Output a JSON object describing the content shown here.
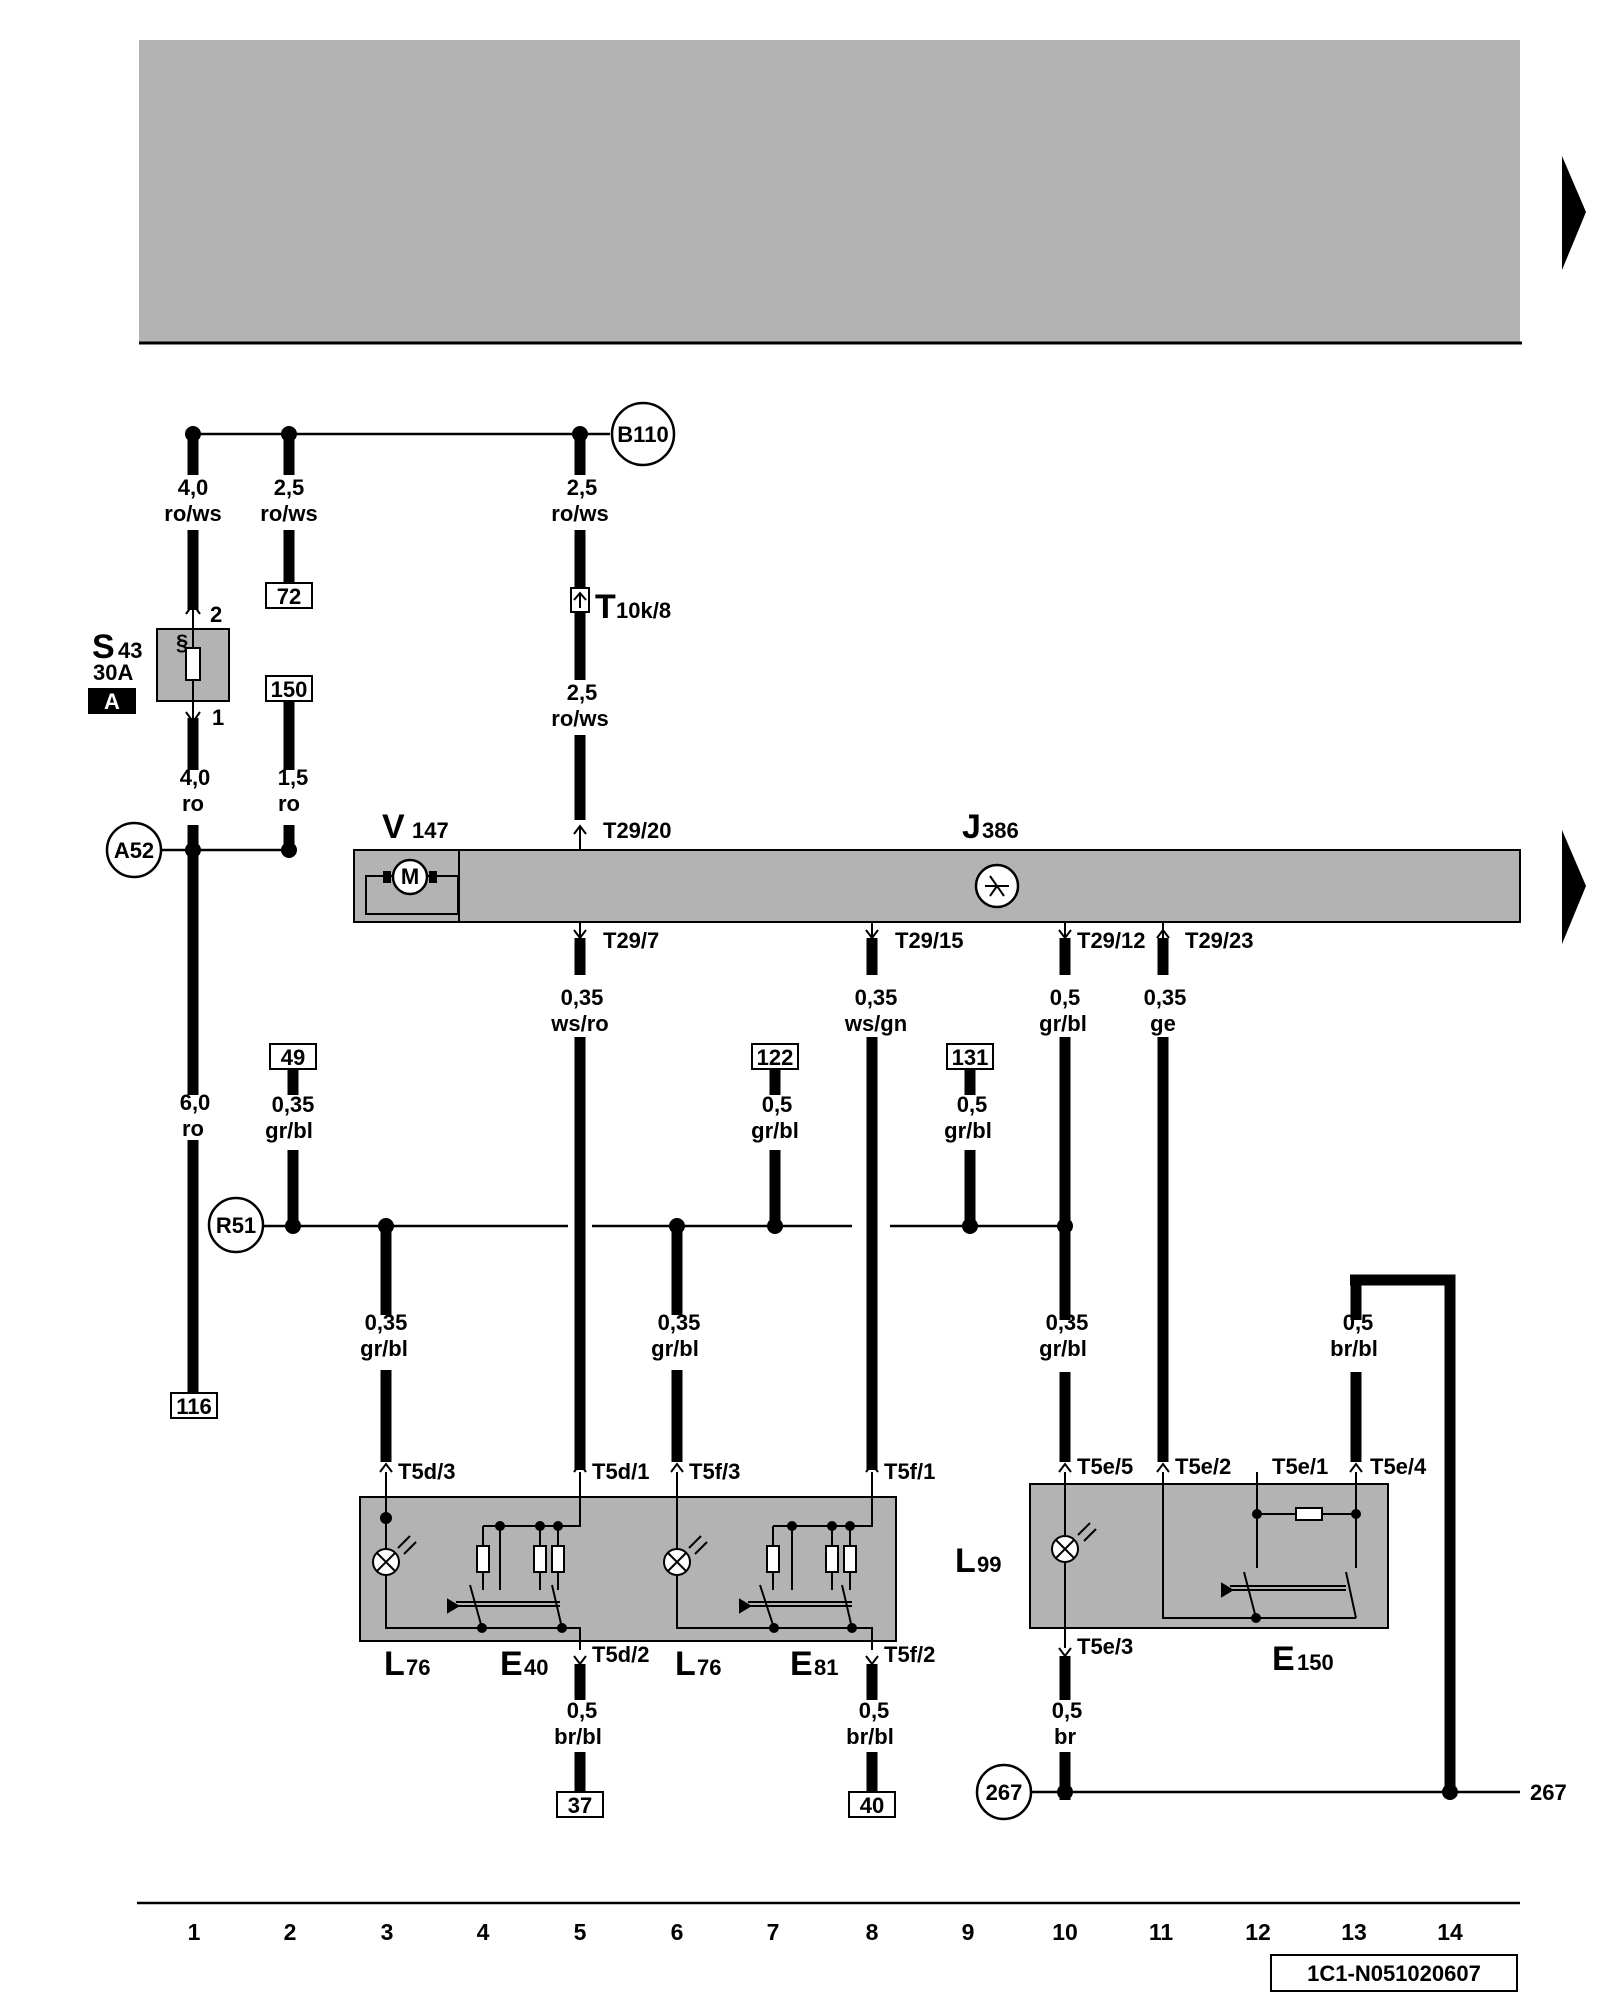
{
  "header": {
    "band_color": "#b3b3b3"
  },
  "connectors": {
    "b110": "B110",
    "a52": "A52",
    "r51": "R51",
    "c267": "267",
    "out267": "267"
  },
  "fuse": {
    "name": "S",
    "sub": "43",
    "rating": "30A",
    "badge": "A",
    "pin2": "2",
    "pin1": "1"
  },
  "refs": {
    "r72": "72",
    "r150": "150",
    "r49": "49",
    "r122": "122",
    "r131": "131",
    "r116": "116",
    "r37": "37",
    "r40": "40"
  },
  "wires": {
    "w1a": [
      "4,0",
      "ro/ws"
    ],
    "w2a": [
      "2,5",
      "ro/ws"
    ],
    "w5a": [
      "2,5",
      "ro/ws"
    ],
    "w5b": [
      "2,5",
      "ro/ws"
    ],
    "w1b": [
      "4,0",
      "ro"
    ],
    "w2b": [
      "1,5",
      "ro"
    ],
    "w1c": [
      "6,0",
      "ro"
    ],
    "w5c": [
      "0,35",
      "ws/ro"
    ],
    "w8c": [
      "0,35",
      "ws/gn"
    ],
    "w10c": [
      "0,5",
      "gr/bl"
    ],
    "w11c": [
      "0,35",
      "ge"
    ],
    "w2d": [
      "0,35",
      "gr/bl"
    ],
    "w7d": [
      "0,5",
      "gr/bl"
    ],
    "w9d": [
      "0,5",
      "gr/bl"
    ],
    "w3e": [
      "0,35",
      "gr/bl"
    ],
    "w6e": [
      "0,35",
      "gr/bl"
    ],
    "w10e": [
      "0,35",
      "gr/bl"
    ],
    "w13e": [
      "0,5",
      "br/bl"
    ],
    "w5f": [
      "0,5",
      "br/bl"
    ],
    "w8f": [
      "0,5",
      "br/bl"
    ],
    "w10f": [
      "0,5",
      "br"
    ]
  },
  "pins": {
    "t10k": "T",
    "t10k_sub": "10k/8",
    "t29_20": "T29/20",
    "t29_7": "T29/7",
    "t29_15": "T29/15",
    "t29_12": "T29/12",
    "t29_23": "T29/23",
    "t5d3": "T5d/3",
    "t5d1": "T5d/1",
    "t5f3": "T5f/3",
    "t5f1": "T5f/1",
    "t5e5": "T5e/5",
    "t5e2": "T5e/2",
    "t5e1": "T5e/1",
    "t5e4": "T5e/4",
    "t5d2": "T5d/2",
    "t5f2": "T5f/2",
    "t5e3": "T5e/3"
  },
  "components": {
    "v147": "V",
    "v147_sub": "147",
    "j386": "J",
    "j386_sub": "386",
    "motor": "M",
    "l76a": "L",
    "l76a_sub": "76",
    "e40": "E",
    "e40_sub": "40",
    "l76b": "L",
    "l76b_sub": "76",
    "e81": "E",
    "e81_sub": "81",
    "l99": "L",
    "l99_sub": " 99",
    "e150": "E",
    "e150_sub": "150"
  },
  "columns": [
    "1",
    "2",
    "3",
    "4",
    "5",
    "6",
    "7",
    "8",
    "9",
    "10",
    "11",
    "12",
    "13",
    "14"
  ],
  "doc_id": "1C1-N051020607"
}
